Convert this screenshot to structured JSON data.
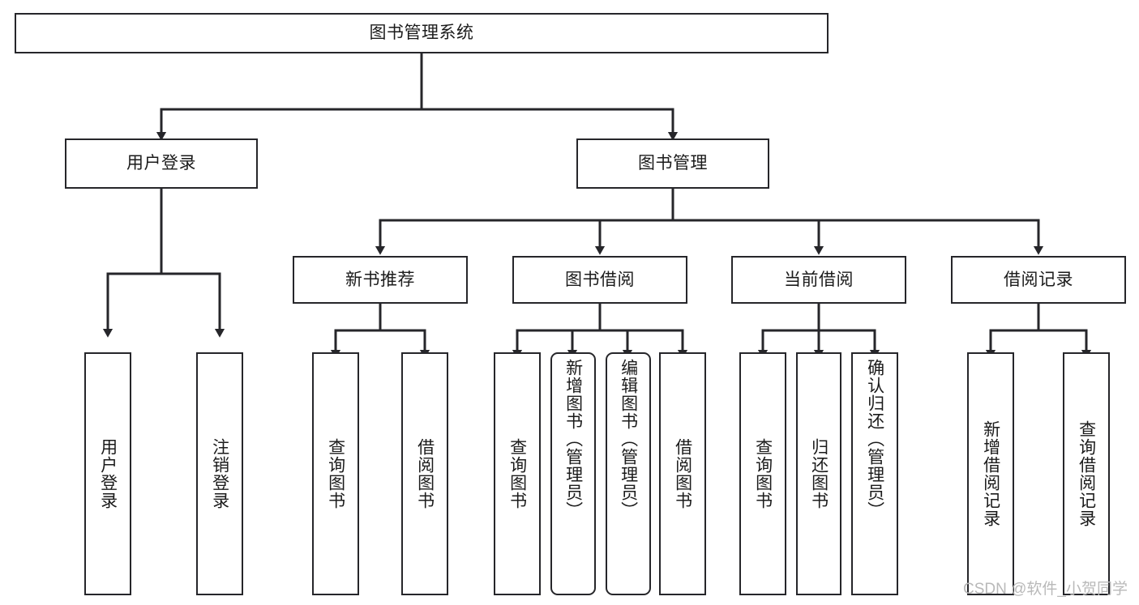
{
  "diagram": {
    "type": "tree",
    "title": "图书管理系统",
    "orientation": "top-down",
    "colors": {
      "background": "#ffffff",
      "box_border": "#26262a",
      "box_fill": "#ffffff",
      "text": "#1b1b1b",
      "edge": "#26262a",
      "watermark": "#b9b9b9"
    },
    "watermark": "CSDN @软件_小贺同学",
    "levels": 3,
    "nodes": {
      "root": {
        "label": "图书管理系统",
        "shape": "rect",
        "orientation": "horizontal"
      },
      "l1": [
        {
          "id": "user-login",
          "label": "用户登录",
          "shape": "rect",
          "orientation": "horizontal"
        },
        {
          "id": "book-manage",
          "label": "图书管理",
          "shape": "rect",
          "orientation": "horizontal"
        }
      ],
      "l2": [
        {
          "id": "new-book-rec",
          "label": "新书推荐",
          "shape": "rect",
          "orientation": "horizontal"
        },
        {
          "id": "book-borrow",
          "label": "图书借阅",
          "shape": "rect",
          "orientation": "horizontal"
        },
        {
          "id": "current-borrow",
          "label": "当前借阅",
          "shape": "rect",
          "orientation": "horizontal"
        },
        {
          "id": "borrow-record",
          "label": "借阅记录",
          "shape": "rect",
          "orientation": "horizontal"
        }
      ],
      "leaves": [
        {
          "id": "leaf-user-login",
          "label": "用户登录",
          "shape": "rect",
          "orientation": "vertical",
          "parent": "user-login"
        },
        {
          "id": "leaf-user-logout",
          "label": "注销登录",
          "shape": "rect",
          "orientation": "vertical",
          "parent": "user-login"
        },
        {
          "id": "leaf-query-book-1",
          "label": "查询图书",
          "shape": "rect",
          "orientation": "vertical",
          "parent": "new-book-rec"
        },
        {
          "id": "leaf-borrow-book-1",
          "label": "借阅图书",
          "shape": "rect",
          "orientation": "vertical",
          "parent": "new-book-rec"
        },
        {
          "id": "leaf-query-book-2",
          "label": "查询图书",
          "shape": "rect",
          "orientation": "vertical",
          "parent": "book-borrow"
        },
        {
          "id": "leaf-add-book",
          "label": "新增图书（管理员）",
          "shape": "rounded-rect",
          "orientation": "vertical",
          "parent": "book-borrow"
        },
        {
          "id": "leaf-edit-book",
          "label": "编辑图书（管理员）",
          "shape": "rounded-rect",
          "orientation": "vertical",
          "parent": "book-borrow"
        },
        {
          "id": "leaf-borrow-book-2",
          "label": "借阅图书",
          "shape": "rect",
          "orientation": "vertical",
          "parent": "book-borrow"
        },
        {
          "id": "leaf-query-book-3",
          "label": "查询图书",
          "shape": "rect",
          "orientation": "vertical",
          "parent": "current-borrow"
        },
        {
          "id": "leaf-return-book",
          "label": "归还图书",
          "shape": "rect",
          "orientation": "vertical",
          "parent": "current-borrow"
        },
        {
          "id": "leaf-confirm-return",
          "label": "确认归还（管理员）",
          "shape": "rect",
          "orientation": "vertical",
          "parent": "current-borrow"
        },
        {
          "id": "leaf-add-record",
          "label": "新增借阅记录",
          "shape": "rect",
          "orientation": "vertical",
          "parent": "borrow-record"
        },
        {
          "id": "leaf-query-record",
          "label": "查询借阅记录",
          "shape": "rect",
          "orientation": "vertical",
          "parent": "borrow-record"
        }
      ]
    }
  }
}
